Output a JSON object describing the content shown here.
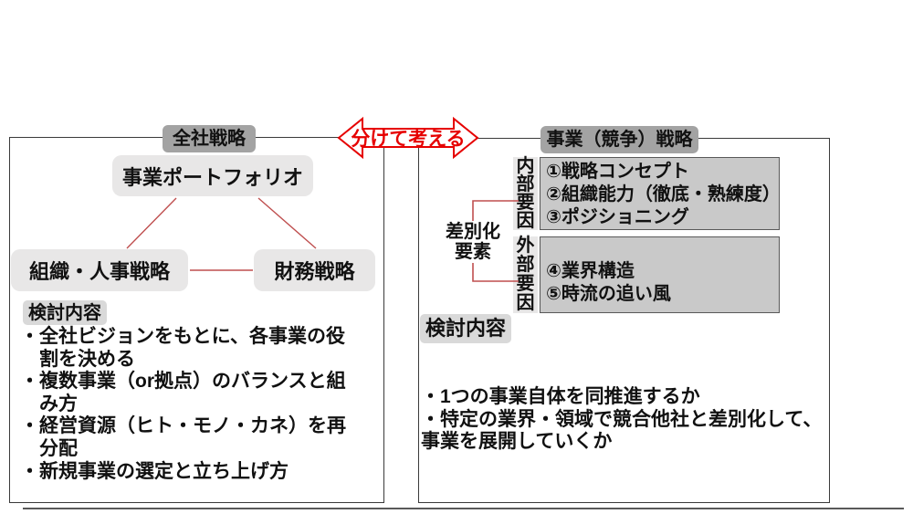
{
  "center": {
    "arrow_label": "分けて考える",
    "arrow_color": "#e60000"
  },
  "left_panel": {
    "header": "全社戦略",
    "nodes": {
      "portfolio": "事業ポートフォリオ",
      "org_hr": "組織・人事戦略",
      "finance": "財務戦略"
    },
    "review_label": "検討内容",
    "bullets": [
      "・全社ビジョンをもとに、各事業の役",
      "割を決める",
      "・複数事業（or拠点）のバランスと組",
      "み方",
      "・経営資源（ヒト・モノ・カネ）を再",
      "分配",
      "・新規事業の選定と立ち上げ方"
    ]
  },
  "right_panel": {
    "header": "事業（競争）戦略",
    "internal_label": "内部要因",
    "internal_items": [
      "①戦略コンセプト",
      "②組織能力（徹底・熟練度）",
      "③ポジショニング"
    ],
    "external_label": "外部要因",
    "external_items": [
      "④業界構造",
      "⑤時流の追い風"
    ],
    "differentiation_line1": "差別化",
    "differentiation_line2": "要素",
    "review_label": "検討内容",
    "bullets": [
      "・1つの事業自体を同推進するか",
      "・特定の業界・領域で競合他社と差別化して、",
      "事業を展開していくか"
    ]
  },
  "colors": {
    "header_badge": "#a3a3a3",
    "sub_badge": "#d9d9d9",
    "node_fill": "#e8e7e7",
    "factor_box_fill": "#c9c9c9",
    "line_red": "#bf4f4f",
    "arrow_red": "#e60000"
  }
}
